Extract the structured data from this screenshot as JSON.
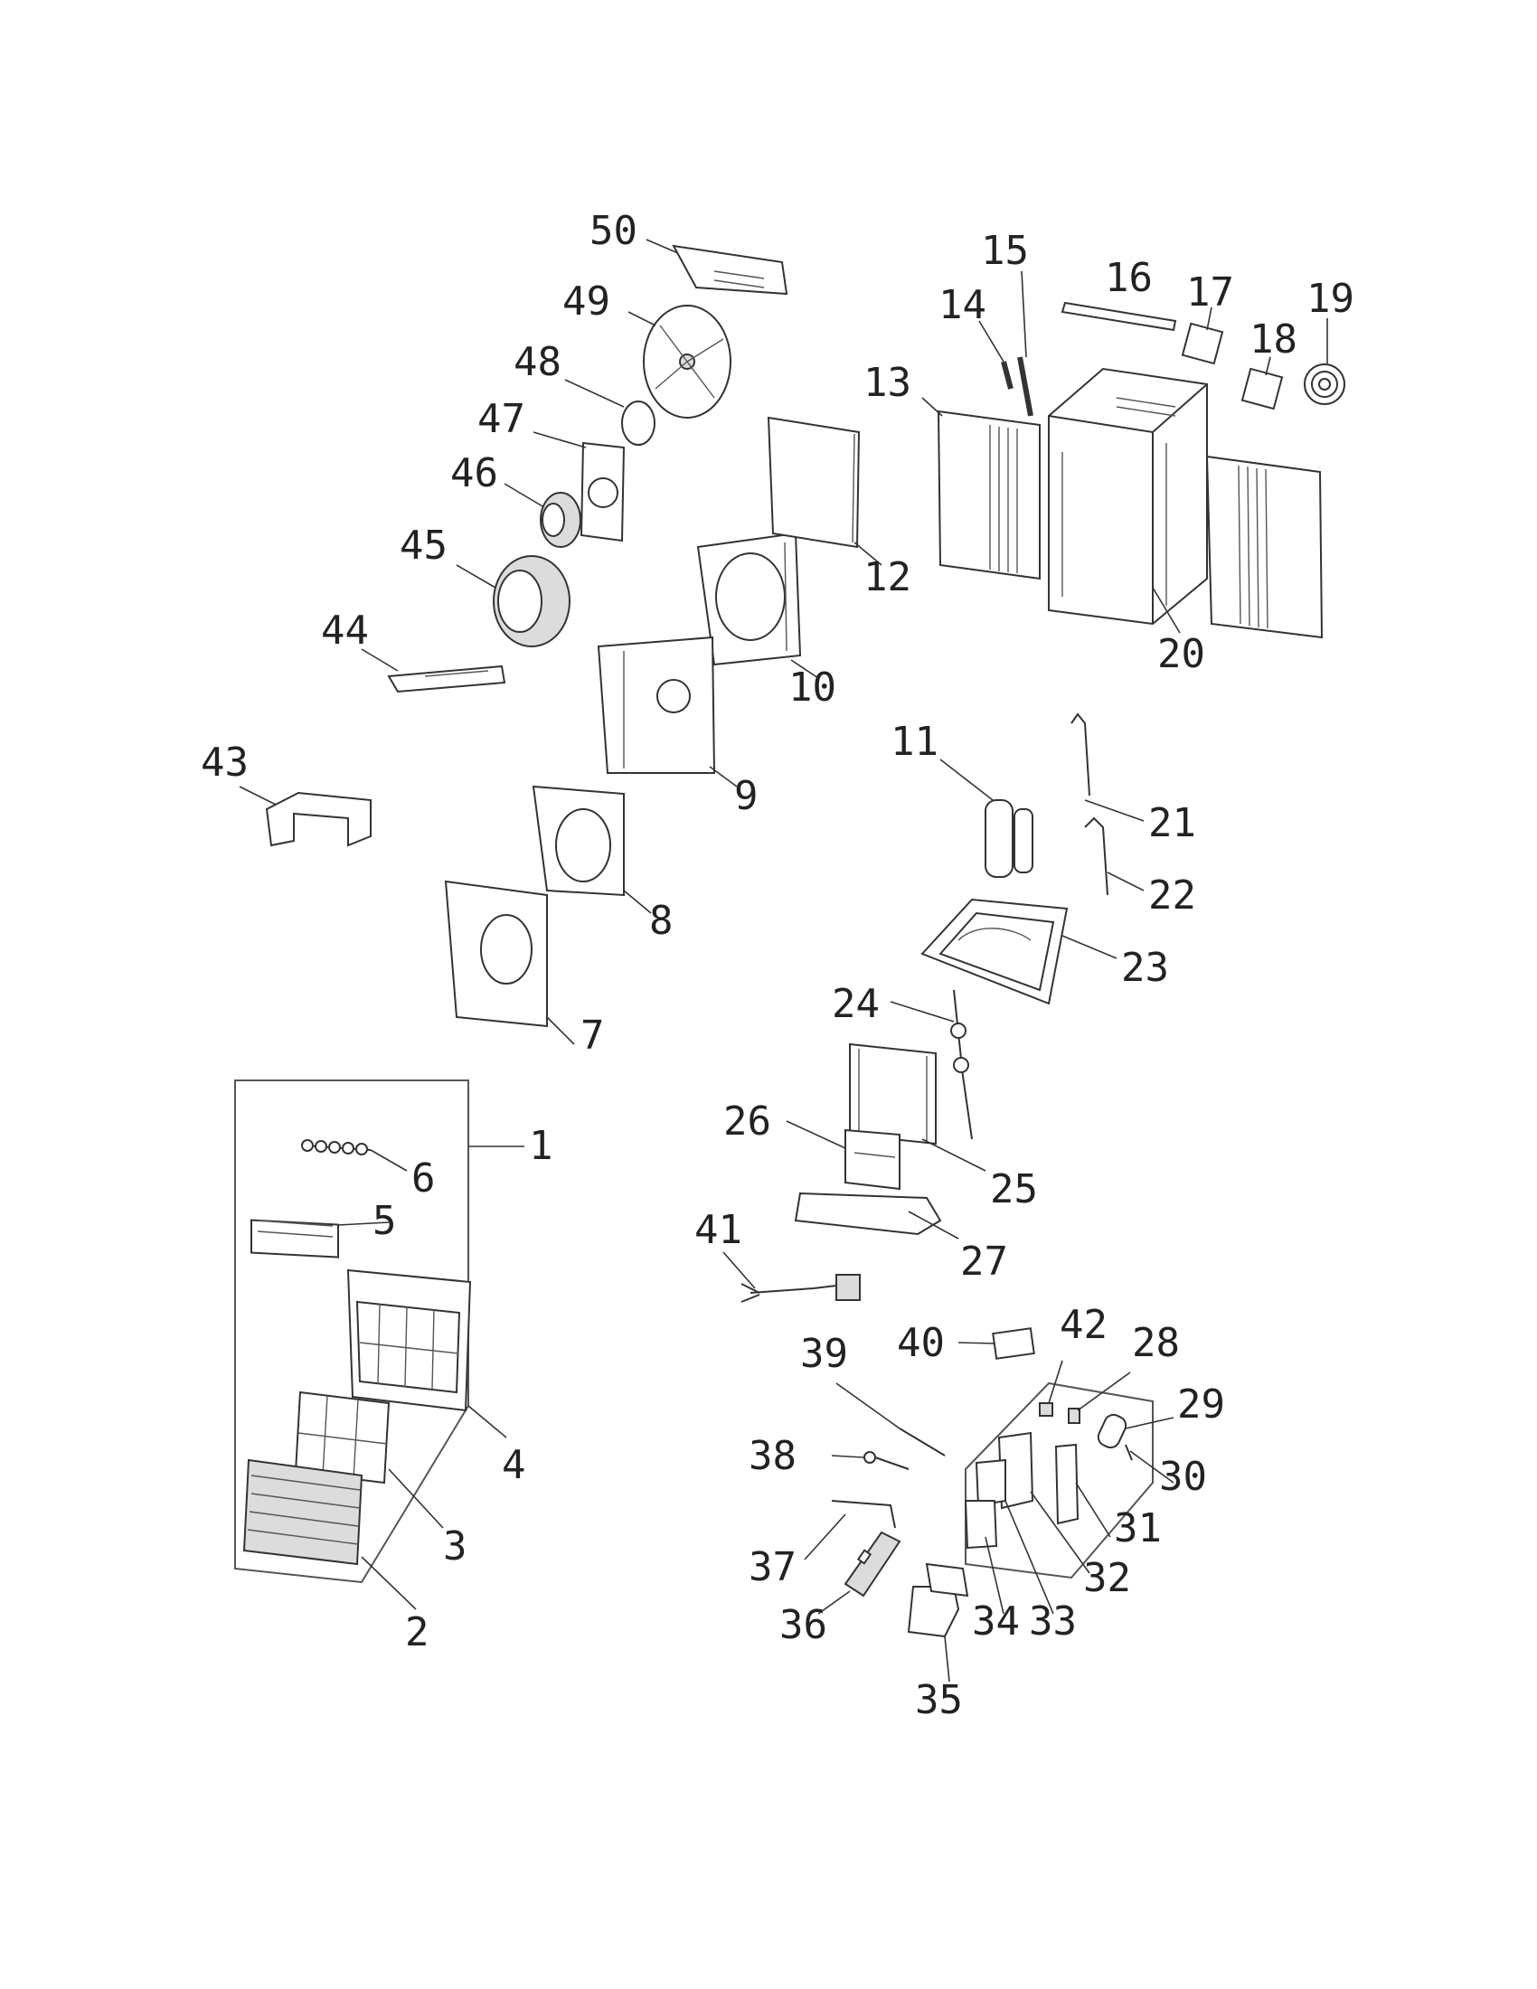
{
  "callouts": [
    {
      "id": "1",
      "text": "1"
    },
    {
      "id": "2",
      "text": "2"
    },
    {
      "id": "3",
      "text": "3"
    },
    {
      "id": "4",
      "text": "4"
    },
    {
      "id": "5",
      "text": "5"
    },
    {
      "id": "6",
      "text": "6"
    },
    {
      "id": "7",
      "text": "7"
    },
    {
      "id": "8",
      "text": "8"
    },
    {
      "id": "9",
      "text": "9"
    },
    {
      "id": "10",
      "text": "10"
    },
    {
      "id": "11",
      "text": "11"
    },
    {
      "id": "12",
      "text": "12"
    },
    {
      "id": "13",
      "text": "13"
    },
    {
      "id": "14",
      "text": "14"
    },
    {
      "id": "15",
      "text": "15"
    },
    {
      "id": "16",
      "text": "16"
    },
    {
      "id": "17",
      "text": "17"
    },
    {
      "id": "18",
      "text": "18"
    },
    {
      "id": "19",
      "text": "19"
    },
    {
      "id": "20",
      "text": "20"
    },
    {
      "id": "21",
      "text": "21"
    },
    {
      "id": "22",
      "text": "22"
    },
    {
      "id": "23",
      "text": "23"
    },
    {
      "id": "24",
      "text": "24"
    },
    {
      "id": "25",
      "text": "25"
    },
    {
      "id": "26",
      "text": "26"
    },
    {
      "id": "27",
      "text": "27"
    },
    {
      "id": "28",
      "text": "28"
    },
    {
      "id": "29",
      "text": "29"
    },
    {
      "id": "30",
      "text": "30"
    },
    {
      "id": "31",
      "text": "31"
    },
    {
      "id": "32",
      "text": "32"
    },
    {
      "id": "33",
      "text": "33"
    },
    {
      "id": "34",
      "text": "34"
    },
    {
      "id": "35",
      "text": "35"
    },
    {
      "id": "36",
      "text": "36"
    },
    {
      "id": "37",
      "text": "37"
    },
    {
      "id": "38",
      "text": "38"
    },
    {
      "id": "39",
      "text": "39"
    },
    {
      "id": "40",
      "text": "40"
    },
    {
      "id": "41",
      "text": "41"
    },
    {
      "id": "42",
      "text": "42"
    },
    {
      "id": "43",
      "text": "43"
    },
    {
      "id": "44",
      "text": "44"
    },
    {
      "id": "45",
      "text": "45"
    },
    {
      "id": "46",
      "text": "46"
    },
    {
      "id": "47",
      "text": "47"
    },
    {
      "id": "48",
      "text": "48"
    },
    {
      "id": "49",
      "text": "49"
    },
    {
      "id": "50",
      "text": "50"
    }
  ]
}
